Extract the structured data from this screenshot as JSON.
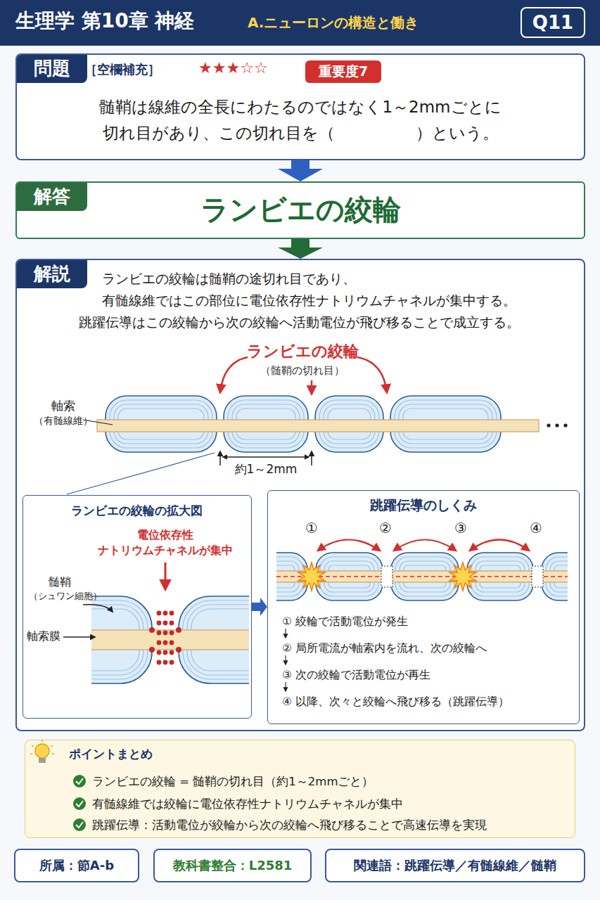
{
  "diagram": {
    "title": "生理学 第10章 神経",
    "nodes": [
      {
        "text": [
          "Q11"
        ]
      },
      {
        "text": [
          "髄鞘は線維の全長にわたるのではなく1～2mmごとに 切れ目があり、この切れ目を（　　　　　）という。"
        ]
      },
      {
        "text": [
          "問題"
        ],
        "in": 1
      },
      {
        "text": [
          "重要度7"
        ],
        "in": 1
      },
      {
        "text": [
          "ランビエの絞輪"
        ]
      },
      {
        "text": [
          "解答"
        ],
        "in": 4
      },
      {
        "text": [
          "ランビエの絞輪は髄鞘の途切れ目であり、",
          "有髄線維ではこの部位に電位依存性ナトリウムチャネルが集中する。",
          "跳躍伝導はこの絞輪から次の絞輪へ活動電位が飛び移ることで成立する。"
        ]
      },
      {
        "text": [
          "解説"
        ],
        "in": 6
      },
      {
        "text": [
          "ランビエの絞輪の拡大図"
        ],
        "in": 6
      },
      {
        "text": [
          "跳躍伝導のしくみ",
          "① 絞輪で活動電位が発生",
          "② 局所電流が軸索内を流れ、次の絞輪へ",
          "③ 次の絞輪で活動電位が再生",
          "④ 以降、次々と絞輪へ飛び移る（跳躍伝導）"
        ],
        "in": 6
      },
      {
        "text": [
          "ポイントまとめ",
          "ランビエの絞輪 = 髄鞘の切れ目（約1～2mmごと）",
          "有髄線維では絞輪に電位依存性ナトリウムチャネルが集中",
          "跳躍伝導：活動電位が絞輪から次の絞輪へ飛び移ることで高速伝導を実現"
        ]
      },
      {
        "text": [
          "所属：節A-b"
        ]
      },
      {
        "text": [
          "教科書整合：L2581"
        ]
      },
      {
        "text": [
          "関連語：跳躍伝導／有髄線維／髄鞘"
        ]
      }
    ],
    "edges": [
      {
        "from": 1,
        "to": 4,
        "arrow": "to"
      },
      {
        "from": 4,
        "to": 6,
        "arrow": "to"
      },
      {
        "from": 8,
        "to": 9,
        "arrow": "to"
      }
    ],
    "labels": [
      "A.ニューロンの構造と働き",
      "［空欄補充］",
      "★★★☆☆",
      "ランビエの絞輪",
      "（髄鞘の切れ目）",
      "軸索",
      "（有髄線維）",
      "約1～2mm",
      "電位依存性 ナトリウムチャネルが集中",
      "髄鞘",
      "（シュワン細胞）",
      "軸索膜",
      "①",
      "②",
      "③",
      "④"
    ]
  }
}
